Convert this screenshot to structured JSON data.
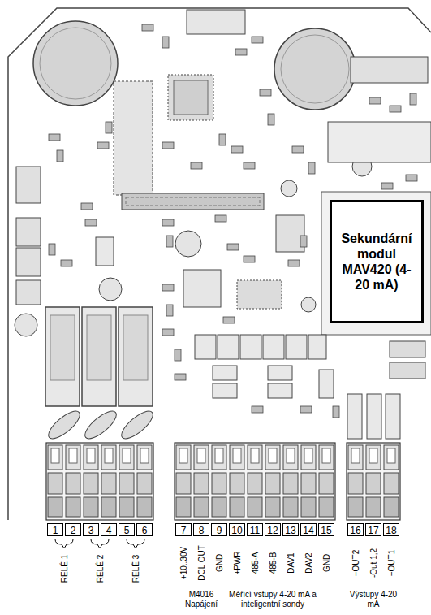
{
  "diagram": {
    "nodes": [
      {
        "text": [
          "Sekundární modul MAV420 (4-20 mA)"
        ]
      }
    ],
    "labels": [
      "1",
      "2",
      "3",
      "4",
      "5",
      "6",
      "7",
      "8",
      "9",
      "10",
      "11",
      "12",
      "13",
      "14",
      "15",
      "16",
      "17",
      "18",
      "RELÉ 1",
      "RELÉ 2",
      "RELÉ 3",
      "+10..30V",
      "DCL OUT",
      "GND",
      "+PWR",
      "485-A",
      "485-B",
      "DAV1",
      "DAV2",
      "GND",
      "+OUT2",
      "-Out 1,2",
      "+OUT1",
      "M4016 Napájení",
      "Měřící vstupy 4-20 mA a inteligentní sondy",
      "Výstupy 4-20 mA"
    ]
  }
}
